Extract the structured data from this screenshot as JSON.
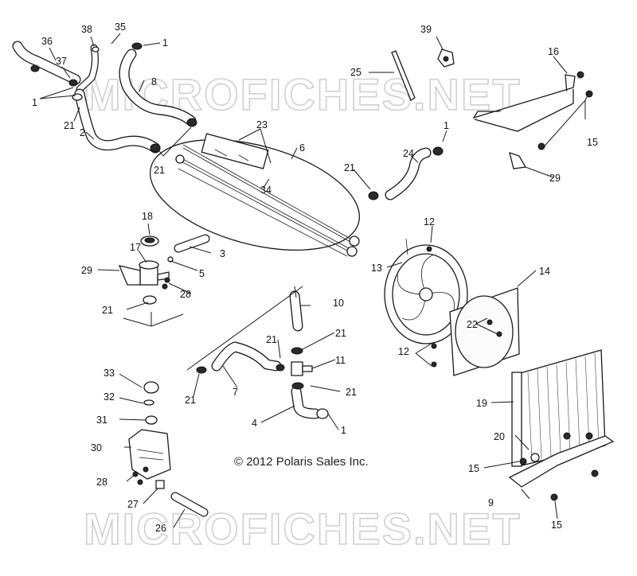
{
  "figure": {
    "copyright": "© 2012 Polaris Sales Inc.",
    "watermark_top": "MICROFICHES.NET",
    "watermark_bottom": "MICROFICHES.NET"
  },
  "callouts": [
    "36",
    "38",
    "35",
    "1",
    "37",
    "1",
    "8",
    "21",
    "2",
    "21",
    "23",
    "6",
    "34",
    "39",
    "25",
    "16",
    "1",
    "24",
    "21",
    "15",
    "29",
    "18",
    "3",
    "17",
    "5",
    "29",
    "28",
    "21",
    "12",
    "13",
    "14",
    "10",
    "21",
    "21",
    "11",
    "21",
    "22",
    "12",
    "33",
    "32",
    "21",
    "7",
    "21",
    "4",
    "1",
    "19",
    "31",
    "30",
    "20",
    "28",
    "15",
    "27",
    "9",
    "26",
    "15"
  ]
}
